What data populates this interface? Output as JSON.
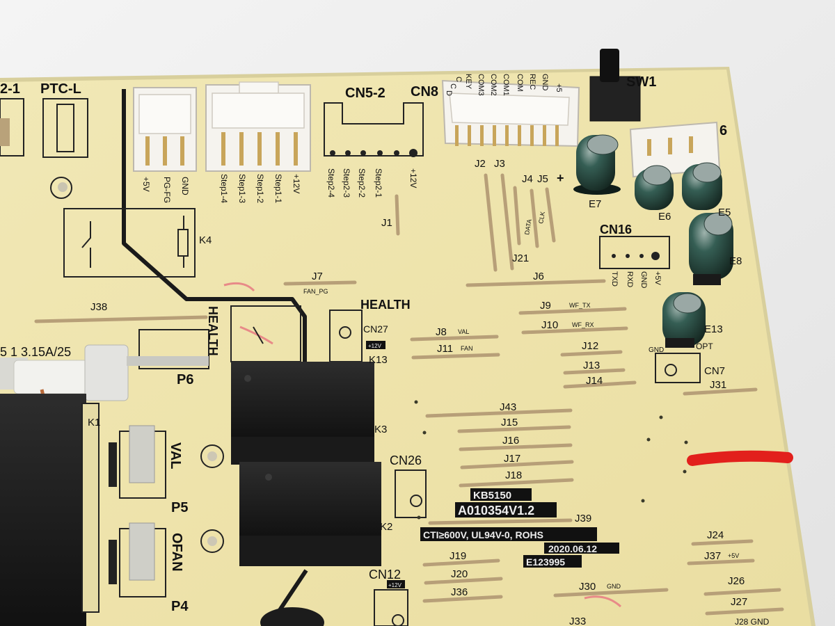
{
  "colors": {
    "board": "#efe6b0",
    "silkscreen": "#111111",
    "connector": "#f3f0ea",
    "relay": "#1b1b1b",
    "capacitor": "#1f3a34",
    "jumper": "#b9a27a",
    "marker_red": "#e2201c",
    "marker_pink": "#e88a88"
  },
  "icons": {
    "fuse": "fuse-icon",
    "relay": "relay-icon",
    "capacitor": "capacitor-icon",
    "connector": "connector-icon",
    "switch": "tactile-switch-icon"
  },
  "labels": {
    "ptc_partial": "2-1",
    "ptc_l": "PTC-L",
    "cn5_2": "CN5-2",
    "cn8": "CN8",
    "sw1": "SW1",
    "e6_partial": "6",
    "cn8_pins": [
      "+5",
      "GND",
      "REC",
      "COM",
      "COM1",
      "COM2",
      "COM3",
      "KEY",
      "C",
      "C",
      "D"
    ],
    "left_conn_pins": [
      "+5V",
      "PG-FG",
      "GND"
    ],
    "step_pins": [
      "Step1-4",
      "Step1-3",
      "Step1-2",
      "Step1-1",
      "+12V"
    ],
    "step2_pins": [
      "Step2-4",
      "Step2-3",
      "Step2-2",
      "Step2-1",
      "+12V"
    ],
    "k4": "K4",
    "j1": "J1",
    "j2": "J2",
    "j3": "J3",
    "j4": "J4",
    "j5": "J5",
    "data": "DATA",
    "clk": "CLK",
    "j21": "J21",
    "e7": "E7",
    "e6": "E6",
    "e5_partial": "E5",
    "cn16": "CN16",
    "cn16_pins": [
      "TXD",
      "RXD",
      "GND",
      "+5V"
    ],
    "e8": "E8",
    "j7": "J7",
    "fan_pg": "FAN_PG",
    "j6": "J6",
    "health": "HEALTH",
    "health_vertical": "HEALTH",
    "j38": "J38",
    "cn27": "CN27",
    "plus12v_small": "+12V",
    "k13": "K13",
    "j9": "J9",
    "wf_tx": "WF_TX",
    "j10": "J10",
    "wf_rx": "WF_RX",
    "e13": "E13",
    "j8": "J8",
    "val_small": "VAL",
    "j11": "J11",
    "fan_small": "FAN",
    "j12": "J12",
    "gnd": "GND",
    "opt": "OPT",
    "fuse": "5 1 3.15A/25",
    "j13": "J13",
    "cn7": "CN7",
    "j14": "J14",
    "j31": "J31",
    "p6": "P6",
    "k1": "K1",
    "k3": "K3",
    "j43": "J43",
    "j15": "J15",
    "j16": "J16",
    "j17": "J17",
    "j18": "J18",
    "val": "VAL",
    "p5": "P5",
    "cn26": "CN26",
    "kb5150": "KB5150",
    "board_id": "A010354V1.2",
    "k2": "K2",
    "j39": "J39",
    "cti": "CTI≥600V, UL94V-0, ROHS",
    "date": "2020.06.12",
    "e123995": "E123995",
    "j24": "J24",
    "ofan": "OFAN",
    "j19": "J19",
    "j37": "J37",
    "plus5v_small": "+5V",
    "cn12": "CN12",
    "j20": "J20",
    "j26": "J26",
    "p4": "P4",
    "j36": "J36",
    "j30": "J30",
    "j30_gnd": "GND",
    "j27": "J27",
    "j33": "J33",
    "j28_partial": "J28 GND"
  }
}
